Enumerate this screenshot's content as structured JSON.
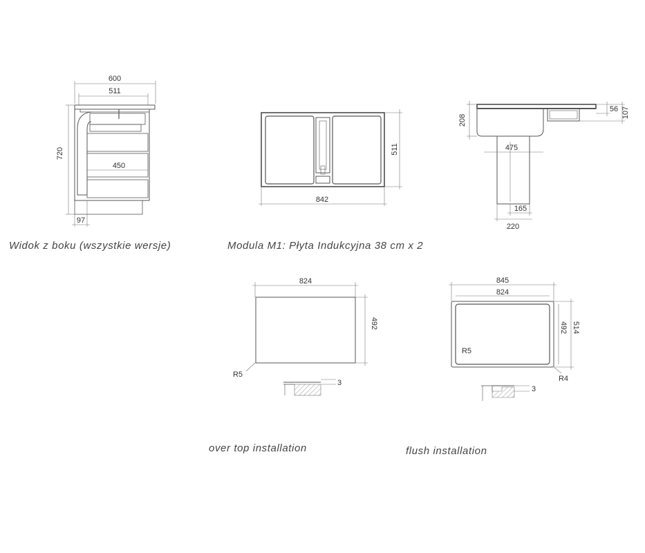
{
  "captions": {
    "side_view": "Widok z boku (wszystkie wersje)",
    "module": "Modula M1: Płyta Indukcyjna 38 cm x 2",
    "over_top": "over top installation",
    "flush": "flush installation"
  },
  "dims": {
    "side": {
      "w600": "600",
      "w511": "511",
      "h720": "720",
      "w450": "450",
      "w97": "97"
    },
    "top": {
      "w842": "842",
      "h511": "511"
    },
    "right": {
      "h208": "208",
      "w475": "475",
      "h56": "56",
      "h107": "107",
      "w165": "165",
      "w220": "220"
    },
    "overtop": {
      "w824": "824",
      "h492": "492",
      "r5": "R5",
      "t3": "3"
    },
    "flush": {
      "w845": "845",
      "w824": "824",
      "h492": "492",
      "h514": "514",
      "r5": "R5",
      "r4": "R4",
      "t3": "3"
    }
  },
  "colors": {
    "line": "#555555",
    "text": "#333333",
    "hatch": "#999999"
  }
}
